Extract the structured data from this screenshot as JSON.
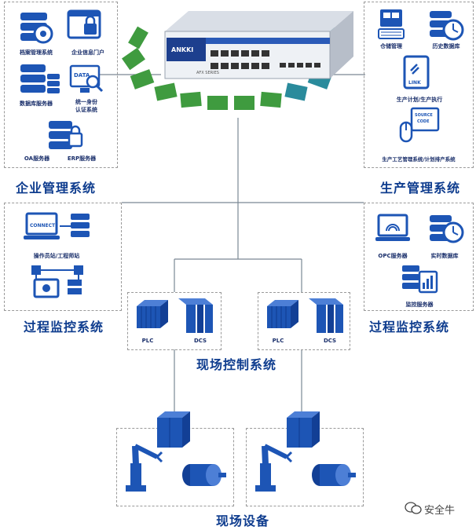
{
  "enterprise": {
    "title": "企业管理系统",
    "items": [
      "档案管理系统",
      "企业信息门户",
      "数据库服务器",
      "统一身份",
      "认证系统",
      "OA服务器",
      "ERP服务器"
    ],
    "icon_texts": {
      "data": "DATA"
    }
  },
  "production": {
    "title": "生产管理系统",
    "items": [
      "仓储管理",
      "历史数据库",
      "生产计划/生产执行",
      "生产工艺管理系统/计划排产系统"
    ],
    "icon_texts": {
      "link": "LINK",
      "source": "SOURCE",
      "code": "CODE"
    }
  },
  "process_left": {
    "title": "过程监控系统",
    "items": [
      "操作员站/工程师站"
    ],
    "icon_texts": {
      "connect": "CONNECT"
    }
  },
  "process_right": {
    "title": "过程监控系统",
    "items": [
      "OPC服务器",
      "实时数据库",
      "监控服务器"
    ]
  },
  "field_control": {
    "title": "现场控制系统",
    "left": {
      "plc": "PLC",
      "dcs": "DCS"
    },
    "right": {
      "plc": "PLC",
      "dcs": "DCS"
    }
  },
  "field_devices": {
    "title": "现场设备"
  },
  "device": {
    "brand": "ANKKI",
    "series": "AFX SERIES"
  },
  "watermark": {
    "text": "安全牛"
  },
  "colors": {
    "blue": "#1d55b5",
    "navy": "#0e3c8e",
    "green": "#3f9b3f",
    "teal": "#2a8b9c"
  }
}
